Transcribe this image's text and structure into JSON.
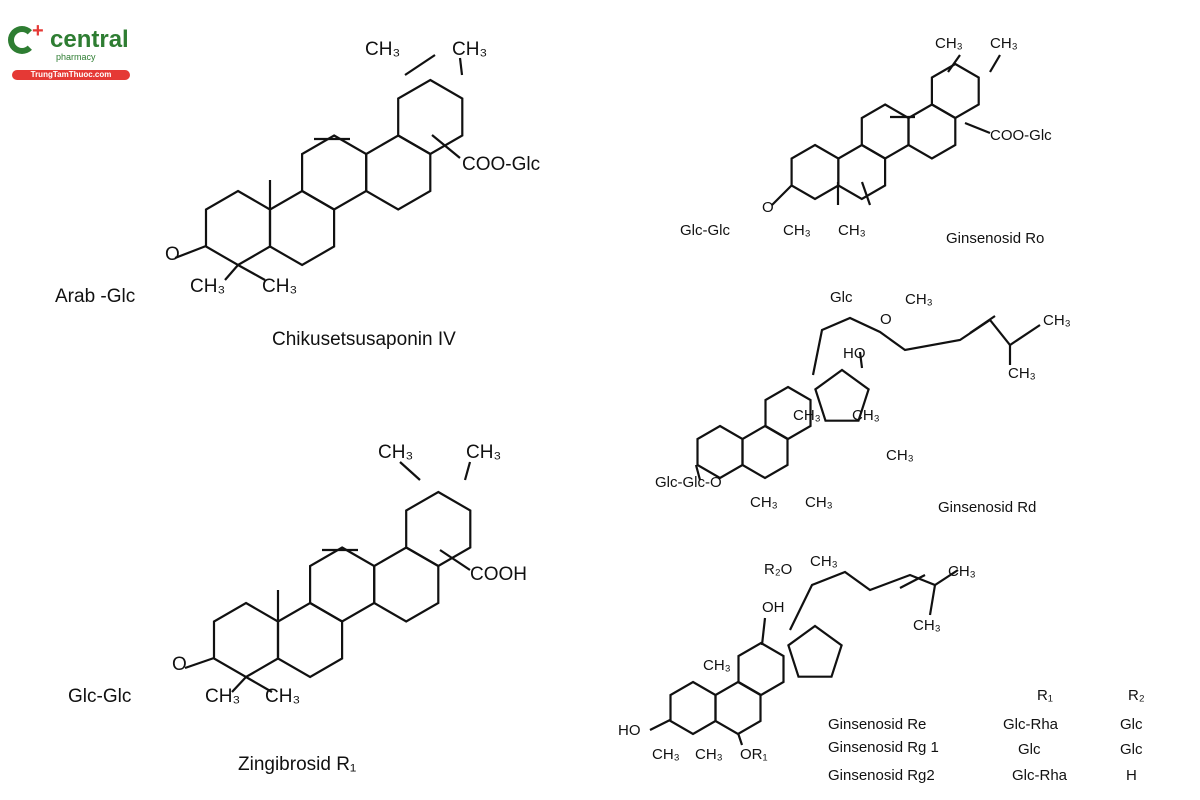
{
  "logo": {
    "brand": "central",
    "sub": "pharmacy",
    "site": "TrungTamThuoc.com",
    "colors": {
      "green": "#2e7d32",
      "red": "#e53935"
    }
  },
  "chikusetsusaponin": {
    "name": "Chikusetsusaponin IV",
    "ch3_a": "CH₃",
    "ch3_b": "CH₃",
    "ester": "COO-Glc",
    "o": "O",
    "sugar": "Arab -Glc",
    "ch3_c": "CH₃",
    "ch3_d": "CH₃"
  },
  "zingibrosid": {
    "name": "Zingibrosid R₁",
    "ch3_a": "CH₃",
    "ch3_b": "CH₃",
    "acid": "COOH",
    "o": "O",
    "sugar": "Glc-Glc",
    "ch3_c": "CH₃",
    "ch3_d": "CH₃"
  },
  "ro": {
    "name": "Ginsenosid Ro",
    "ch3_a": "CH₃",
    "ch3_b": "CH₃",
    "ester": "COO-Glc",
    "o": "O",
    "sugar": "Glc-Glc",
    "ch3_c": "CH₃",
    "ch3_d": "CH₃"
  },
  "rd": {
    "name": "Ginsenosid Rd",
    "glc": "Glc",
    "o": "O",
    "ch3_a": "CH₃",
    "ch3_b": "CH₃",
    "ch3_c": "CH₃",
    "ho": "HO",
    "ch3_d": "CH₃",
    "ch3_e": "CH₃",
    "ch3_f": "CH₃",
    "sugar": "Glc-Glc-O",
    "ch3_g": "CH₃",
    "ch3_h": "CH₃"
  },
  "re": {
    "r2o": "R₂O",
    "ch3_a": "CH₃",
    "ch3_b": "CH₃",
    "ch3_c": "CH₃",
    "oh": "OH",
    "ch3_d": "CH₃",
    "ho": "HO",
    "ch3_e": "CH₃",
    "ch3_f": "CH₃",
    "or1": "OR₁",
    "table": {
      "headers": [
        "R₁",
        "R₂"
      ],
      "rows": [
        {
          "name": "Ginsenosid Re",
          "r1": "Glc-Rha",
          "r2": "Glc"
        },
        {
          "name": "Ginsenosid Rg 1",
          "r1": "Glc",
          "r2": "Glc"
        },
        {
          "name": "Ginsenosid Rg2",
          "r1": "Glc-Rha",
          "r2": "H"
        }
      ]
    }
  }
}
